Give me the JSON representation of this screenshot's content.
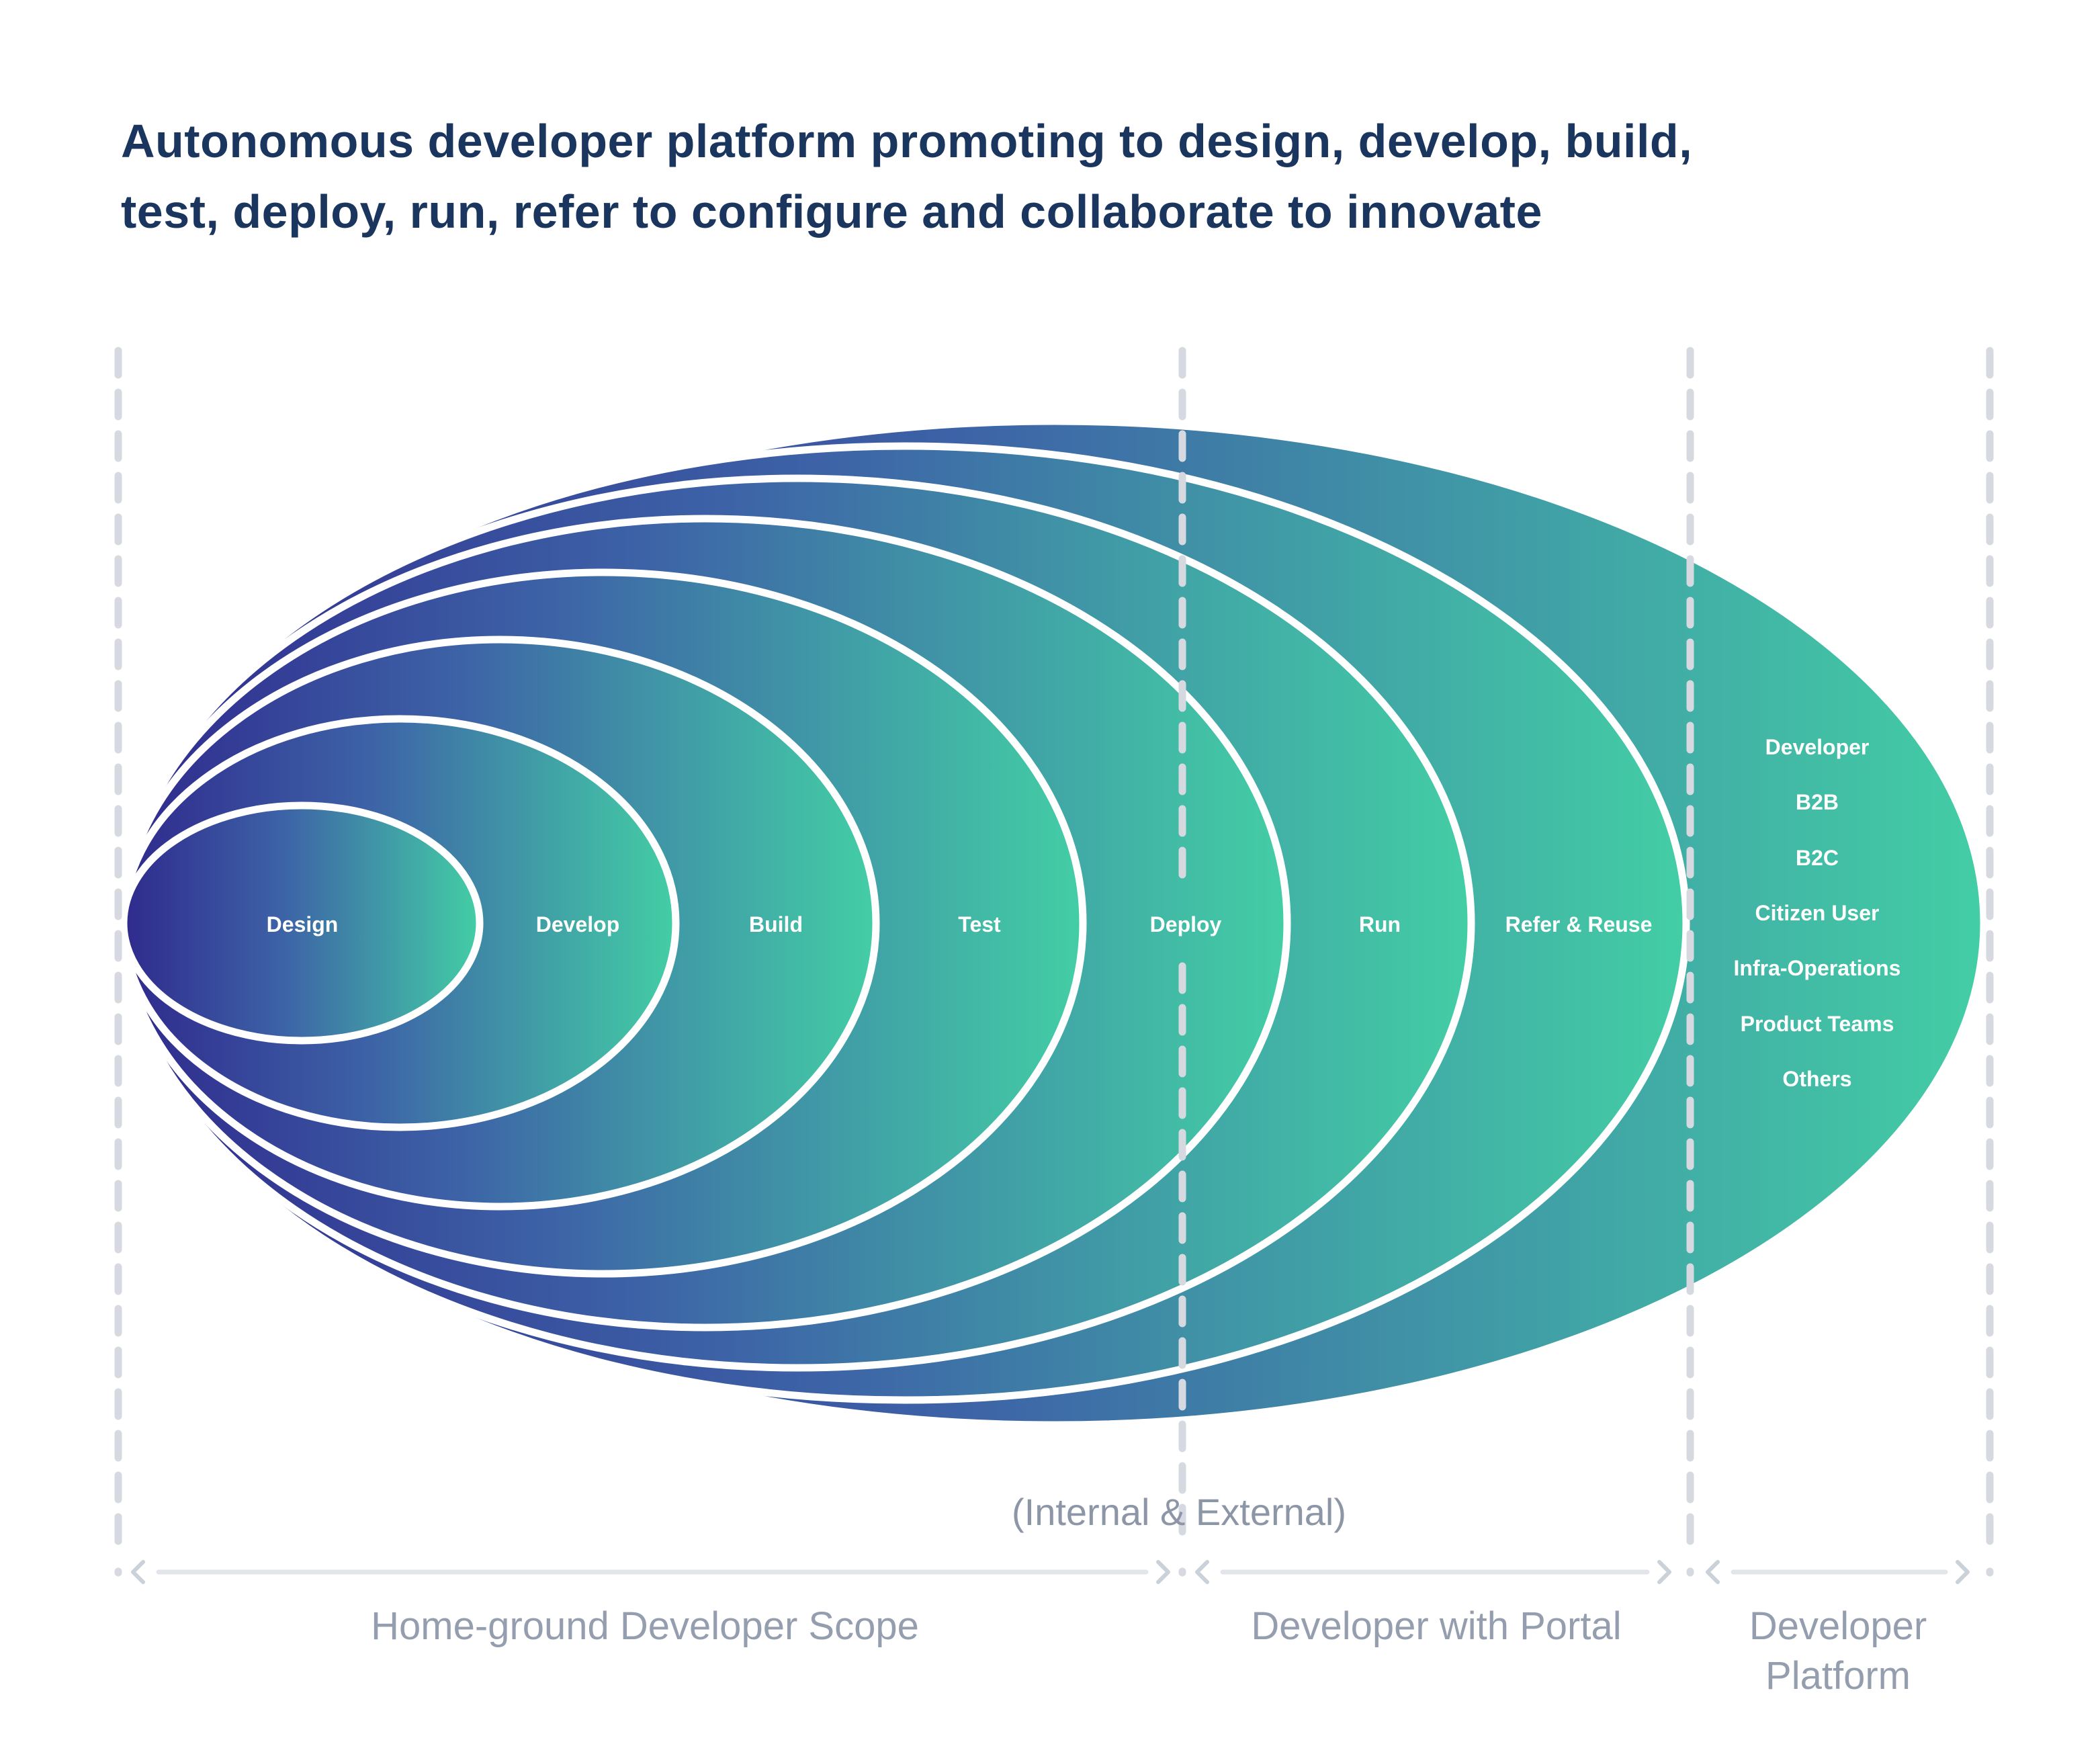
{
  "title": {
    "line1": "Autonomous developer platform promoting to design, develop, build,",
    "line2": "test, deploy, run, refer to configure and collaborate to innovate"
  },
  "rings": [
    {
      "label": "Design"
    },
    {
      "label": "Develop"
    },
    {
      "label": "Build"
    },
    {
      "label": "Test"
    },
    {
      "label": "Deploy"
    },
    {
      "label": "Run"
    },
    {
      "label": "Refer & Reuse"
    }
  ],
  "audience": {
    "items": [
      {
        "label": "Developer"
      },
      {
        "label": "B2B"
      },
      {
        "label": "B2C"
      },
      {
        "label": "Citizen User"
      },
      {
        "label": "Infra-Operations"
      },
      {
        "label": "Product Teams"
      },
      {
        "label": "Others"
      }
    ]
  },
  "note": {
    "label": "(Internal & External)"
  },
  "sections": [
    {
      "label": "Home-ground Developer Scope"
    },
    {
      "label": "Developer with Portal"
    },
    {
      "label": "Developer Platform"
    }
  ],
  "colors": {
    "background": "#FFFFFF",
    "gradient_start": "#2F2A8D",
    "gradient_mid": "#3D63A7",
    "gradient_end": "#43CEA5",
    "ring_stroke": "#FFFFFF",
    "ring_label_text": "#FFFFFF",
    "title_text": "#1A355E",
    "section_text": "#949EAE",
    "note_text": "#8C96A6",
    "dash_line": "#D6DAE0",
    "arrow_shaft": "#E2E5E9",
    "arrow_head": "#CBD1D8"
  }
}
